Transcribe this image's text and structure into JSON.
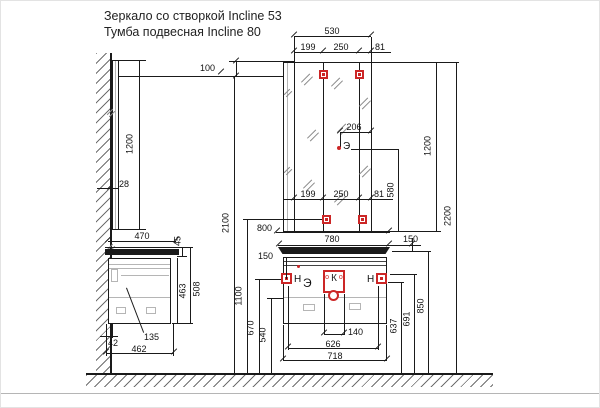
{
  "title": {
    "line1": "Зеркало со створкой Incline 53",
    "line2": "Тумба подвесная Incline 80"
  },
  "colors": {
    "line": "#1a1a1a",
    "faint": "#b5b5b5",
    "accent_red": "#cc2626"
  },
  "labels": {
    "hook": "Н",
    "electric": "Э",
    "connect": "К",
    "port": "о"
  },
  "dims": {
    "mirror_width": "530",
    "sec1": "199",
    "sec2": "250",
    "sec3": "81",
    "bracket_offset": "100",
    "socket_offset": "206",
    "mirror_height_side": "1200",
    "mirror_depth": "28",
    "mirror_height": "1200",
    "total_height": "2200",
    "socket_height": "580",
    "bracket_height_mirror": "2100",
    "lower_bracket_height": "1100",
    "vanity_bracket_height": "670",
    "drawer_line_height": "540",
    "vanity_width": "800",
    "counter_width": "780",
    "right_offset": "150",
    "bracket_drop": "150",
    "side_top_depth": "470",
    "counter_thickness": "45",
    "cabinet_height": "463",
    "side_total_height": "508",
    "side_leader": "135",
    "back_gap": "42",
    "side_bottom_depth": "462",
    "drain_width": "140",
    "inner_width": "626",
    "body_width": "718",
    "h_637": "637",
    "h_691": "691",
    "counter_height": "850"
  }
}
